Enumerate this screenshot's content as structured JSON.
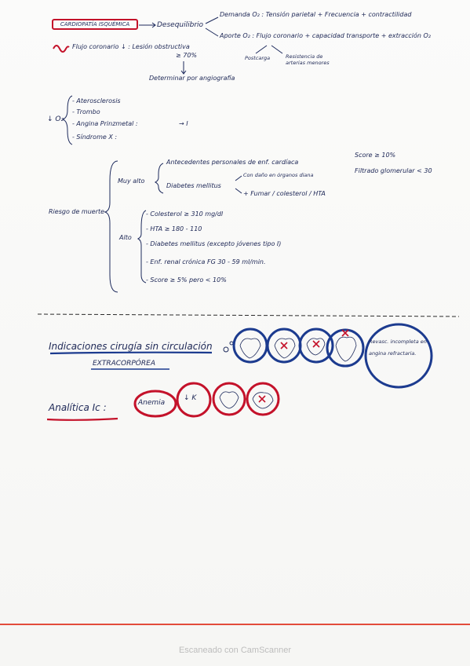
{
  "section1": {
    "boxed_title": "CARDIOPATÍA ISQUÉMICA",
    "desequilibrio": "Desequilibrio",
    "demanda": "Demanda O₂ : Tensión parietal + Frecuencia + contractilidad",
    "aporte": "Aporte O₂ : Flujo coronario + capacidad transporte + extracción O₂",
    "flujo": "Flujo coronario ↓ : Lesión obstructiva",
    "porcentaje": "≥ 70%",
    "angiografia": "Determinar por angiografía",
    "postcarga": "Postcarga",
    "resistencia": "Resistencia de arterias menores"
  },
  "o2_list": {
    "label": "↓ O₂",
    "items": [
      "- Aterosclerosis",
      "- Trombo",
      "- Angina Prinzmetal :",
      "- Síndrome X :"
    ],
    "prinzmetal_note": "→ I"
  },
  "riesgo": {
    "label": "Riesgo de muerte",
    "muy_alto": "Muy alto",
    "alto": "Alto",
    "antecedentes": "Antecedentes personales de enf. cardíaca",
    "diabetes": "Diabetes mellitus",
    "dano": "Con daño en órganos diana",
    "fumar": "+ Fumar / colesterol / HTA",
    "score_top": "Score ≥ 10%",
    "filtrado_top": "Filtrado glomerular < 30",
    "alto_items": [
      "- Colesterol ≥ 310 mg/dl",
      "- HTA ≥ 180 - 110",
      "- Diabetes mellitus (excepto jóvenes tipo I)",
      "- Enf. renal crónica FG 30 - 59 ml/min.",
      "- Score ≥ 5% pero < 10%"
    ]
  },
  "indicaciones": {
    "title": "Indicaciones cirugía sin circulación",
    "subtitle": "EXTRACORPÓREA",
    "revasc_note": "Revasc. incompleta en angina refractaria."
  },
  "analitica": {
    "title": "Analítica Ic :",
    "circles": [
      "Anemia",
      "↓ K"
    ]
  },
  "footer": "Escaneado con CamScanner",
  "colors": {
    "ink": "#1d2a5c",
    "red": "#c4122a",
    "blue": "#1c3b8f"
  }
}
